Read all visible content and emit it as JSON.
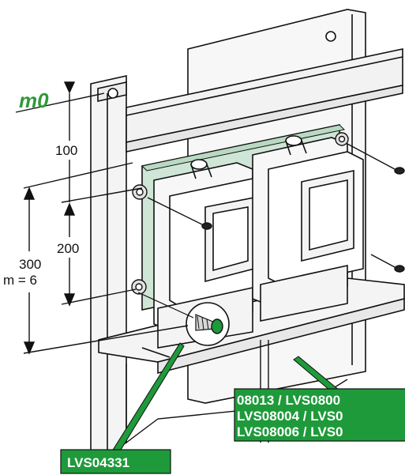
{
  "colors": {
    "label_green": "#1e9a3a",
    "marker_green": "#2e9a3a",
    "board_green": "#cfe6d6",
    "line": "#111111",
    "panel_gray": "#f2f2f2"
  },
  "marker": {
    "text": "m0"
  },
  "dimensions": {
    "top_gap": "100",
    "spacing": "200",
    "total": "300",
    "modules": "m = 6"
  },
  "labels": {
    "left_ref": "LVS04331",
    "right_ref_lines": [
      "08013 / LVS0800",
      "LVS08004 / LVS0",
      "LVS08006 / LVS0"
    ]
  },
  "icons": [
    "screw-icon",
    "arrow-down-icon",
    "arrow-up-icon"
  ]
}
